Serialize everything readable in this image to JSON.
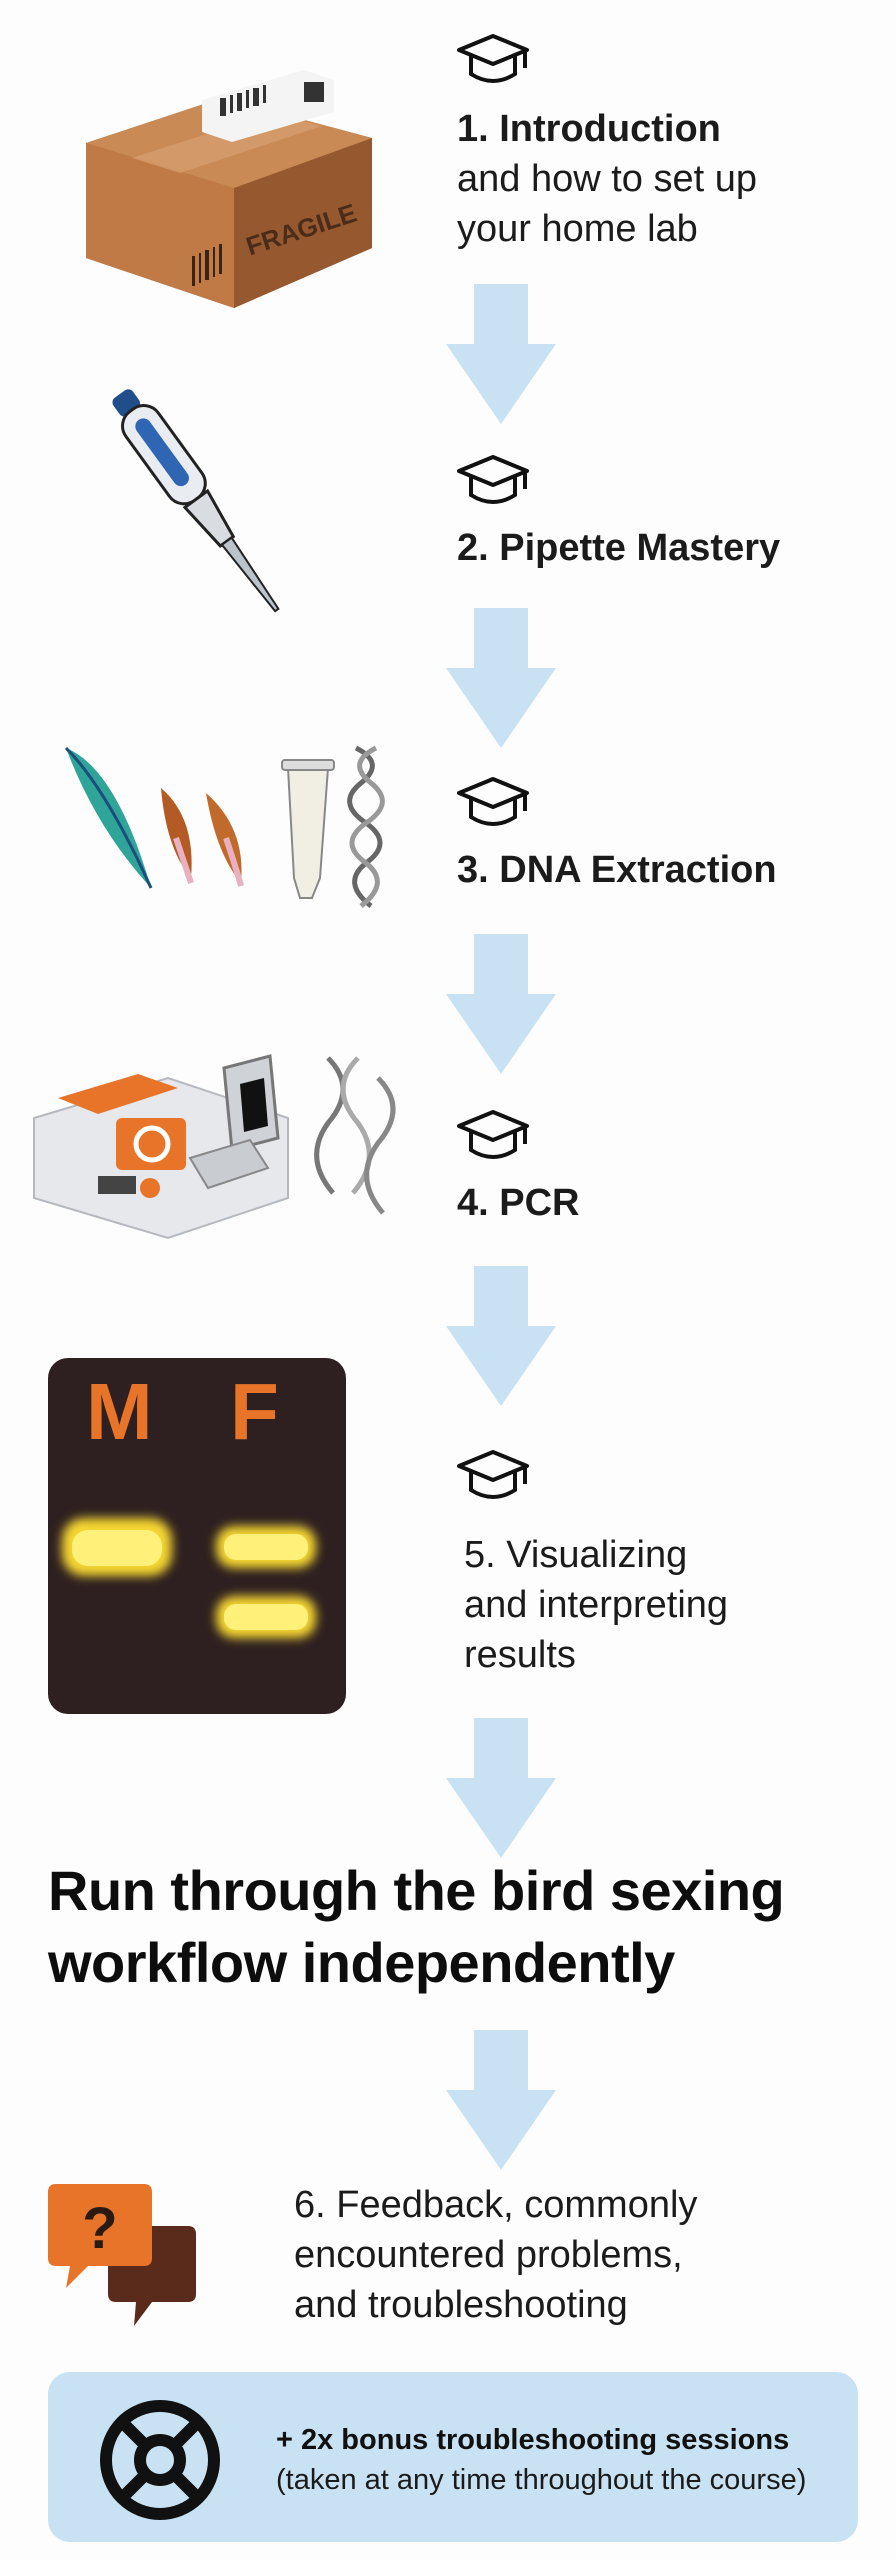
{
  "steps": [
    {
      "title": "1. Introduction",
      "subtitle_lines": [
        "and how to set up",
        "your home lab"
      ]
    },
    {
      "title": "2. Pipette Mastery"
    },
    {
      "title": "3. DNA Extraction"
    },
    {
      "title": "4. PCR"
    },
    {
      "title_lines": [
        "5.  Visualizing",
        "and interpreting",
        "results"
      ]
    }
  ],
  "box_label": "FRAGILE",
  "gel": {
    "lane_labels": [
      "M",
      "F"
    ]
  },
  "headline_lines": [
    "Run through the bird sexing",
    "workflow independently"
  ],
  "feedback": {
    "lines": [
      "6. Feedback, commonly",
      "encountered problems,",
      "and troubleshooting"
    ],
    "icon_glyph": "?"
  },
  "bonus": {
    "title": "+ 2x bonus troubleshooting sessions",
    "subtitle": "(taken at any time throughout the course)"
  },
  "colors": {
    "arrow": "#c8e2f3",
    "accent_orange": "#e8742a",
    "dark_brown": "#5a2a1a",
    "gel_bg": "#2e2020",
    "band": "#f5d630",
    "bonus_bg": "#c8e2f3"
  },
  "icons": [
    "graduation-cap-icon",
    "down-arrow-icon",
    "chat-question-icon",
    "lifebuoy-icon"
  ]
}
